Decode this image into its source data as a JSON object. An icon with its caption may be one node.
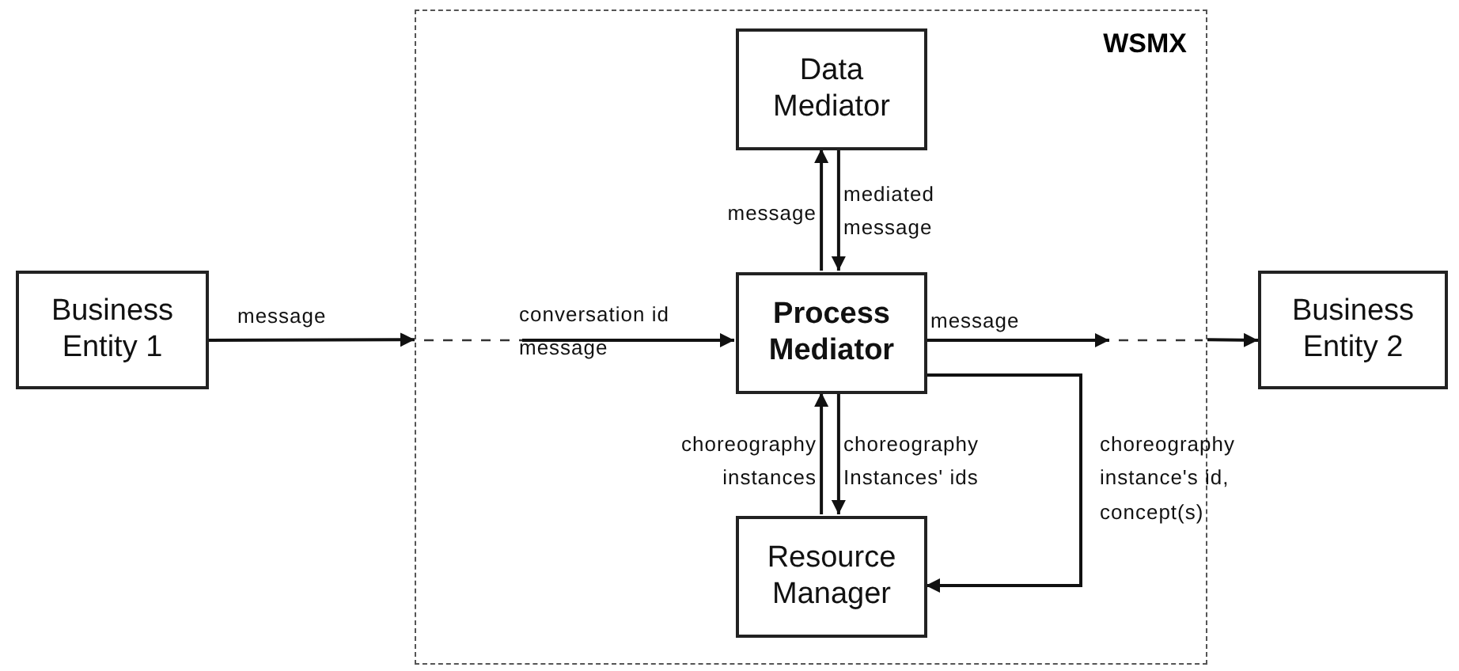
{
  "diagram": {
    "nodes": [
      {
        "text": [
          "WSMX"
        ]
      },
      {
        "text": [
          "Data Mediator"
        ],
        "in": 0
      },
      {
        "text": [
          "Business Entity 1"
        ]
      },
      {
        "text": [
          "Process Mediator"
        ],
        "in": 0
      },
      {
        "text": [
          "Business Entity 2"
        ]
      },
      {
        "text": [
          "Resource Manager"
        ],
        "in": 0
      }
    ],
    "edges": [
      {
        "from": 2,
        "to": 0,
        "arrow": "to",
        "label": "message"
      },
      {
        "from": null,
        "to": 3,
        "arrow": "to",
        "label": "conversation id message"
      },
      {
        "from": 3,
        "to": 1,
        "arrow": "to",
        "label": "message"
      },
      {
        "from": 1,
        "to": 3,
        "arrow": "to",
        "label": "mediated message"
      },
      {
        "from": 3,
        "to": null,
        "arrow": "to",
        "label": "message"
      },
      {
        "from": 0,
        "to": 4,
        "arrow": "to"
      },
      {
        "from": 5,
        "to": 3,
        "arrow": "to",
        "label": "choreography instances"
      },
      {
        "from": 3,
        "to": 5,
        "arrow": "to",
        "label": "choreography Instances' ids"
      },
      {
        "from": 3,
        "to": 5,
        "arrow": "to",
        "label": "choreography instance's id, concept(s)"
      }
    ]
  }
}
